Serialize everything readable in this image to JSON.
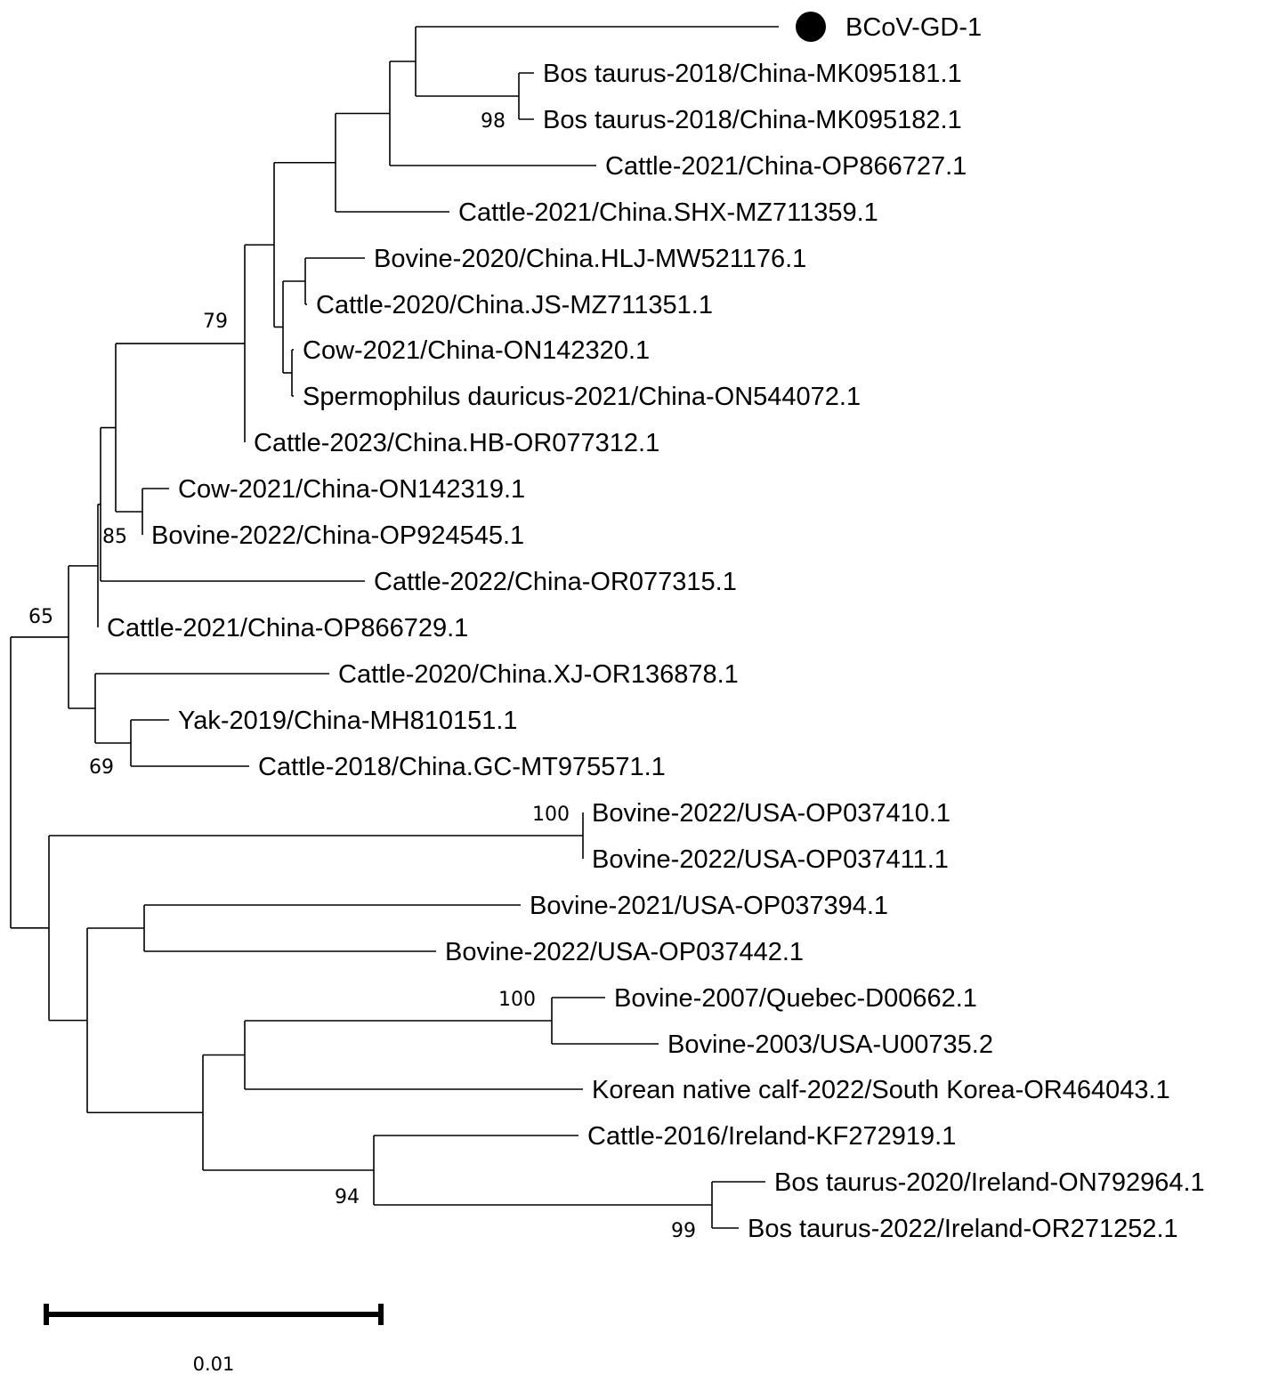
{
  "tree": {
    "leaves": [
      {
        "id": "BCoV-GD-1",
        "label": "BCoV-GD-1",
        "marker": "filled-circle"
      },
      {
        "id": "MK095181",
        "label": "Bos taurus-2018/China-MK095181.1"
      },
      {
        "id": "MK095182",
        "label": "Bos taurus-2018/China-MK095182.1"
      },
      {
        "id": "OP866727",
        "label": "Cattle-2021/China-OP866727.1"
      },
      {
        "id": "MZ711359",
        "label": "Cattle-2021/China.SHX-MZ711359.1"
      },
      {
        "id": "MW521176",
        "label": "Bovine-2020/China.HLJ-MW521176.1"
      },
      {
        "id": "MZ711351",
        "label": "Cattle-2020/China.JS-MZ711351.1"
      },
      {
        "id": "ON142320",
        "label": "Cow-2021/China-ON142320.1"
      },
      {
        "id": "ON544072",
        "label": "Spermophilus dauricus-2021/China-ON544072.1"
      },
      {
        "id": "OR077312",
        "label": "Cattle-2023/China.HB-OR077312.1"
      },
      {
        "id": "ON142319",
        "label": "Cow-2021/China-ON142319.1"
      },
      {
        "id": "OP924545",
        "label": "Bovine-2022/China-OP924545.1"
      },
      {
        "id": "OR077315",
        "label": "Cattle-2022/China-OR077315.1"
      },
      {
        "id": "OP866729",
        "label": "Cattle-2021/China-OP866729.1"
      },
      {
        "id": "OR136878",
        "label": "Cattle-2020/China.XJ-OR136878.1"
      },
      {
        "id": "MH810151",
        "label": "Yak-2019/China-MH810151.1"
      },
      {
        "id": "MT975571",
        "label": "Cattle-2018/China.GC-MT975571.1"
      },
      {
        "id": "OP037410",
        "label": "Bovine-2022/USA-OP037410.1"
      },
      {
        "id": "OP037411",
        "label": "Bovine-2022/USA-OP037411.1"
      },
      {
        "id": "OP037394",
        "label": "Bovine-2021/USA-OP037394.1"
      },
      {
        "id": "OP037442",
        "label": "Bovine-2022/USA-OP037442.1"
      },
      {
        "id": "D00662",
        "label": "Bovine-2007/Quebec-D00662.1"
      },
      {
        "id": "U00735",
        "label": "Bovine-2003/USA-U00735.2"
      },
      {
        "id": "OR464043",
        "label": "Korean native calf-2022/South Korea-OR464043.1"
      },
      {
        "id": "KF272919",
        "label": "Cattle-2016/Ireland-KF272919.1"
      },
      {
        "id": "ON792964",
        "label": "Bos taurus-2020/Ireland-ON792964.1"
      },
      {
        "id": "OR271252",
        "label": "Bos taurus-2022/Ireland-OR271252.1"
      }
    ],
    "bootstrap": [
      "98",
      "79",
      "85",
      "65",
      "69",
      "100",
      "100",
      "94",
      "99"
    ],
    "scale_bar": {
      "label": "0.01"
    }
  }
}
